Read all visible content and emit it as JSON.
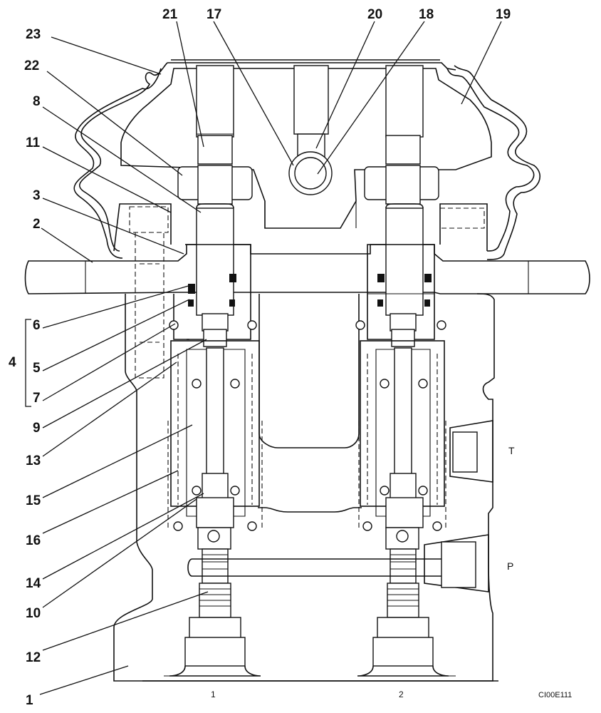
{
  "diagram": {
    "callouts": [
      "1",
      "2",
      "3",
      "4",
      "5",
      "6",
      "7",
      "8",
      "9",
      "10",
      "11",
      "12",
      "13",
      "14",
      "15",
      "16",
      "17",
      "18",
      "19",
      "20",
      "21",
      "22",
      "23"
    ],
    "ports": {
      "tank": "T",
      "pressure": "P"
    },
    "bottom_ports": {
      "port_1": "1",
      "port_2": "2"
    },
    "figure_code": "CI00E111"
  }
}
